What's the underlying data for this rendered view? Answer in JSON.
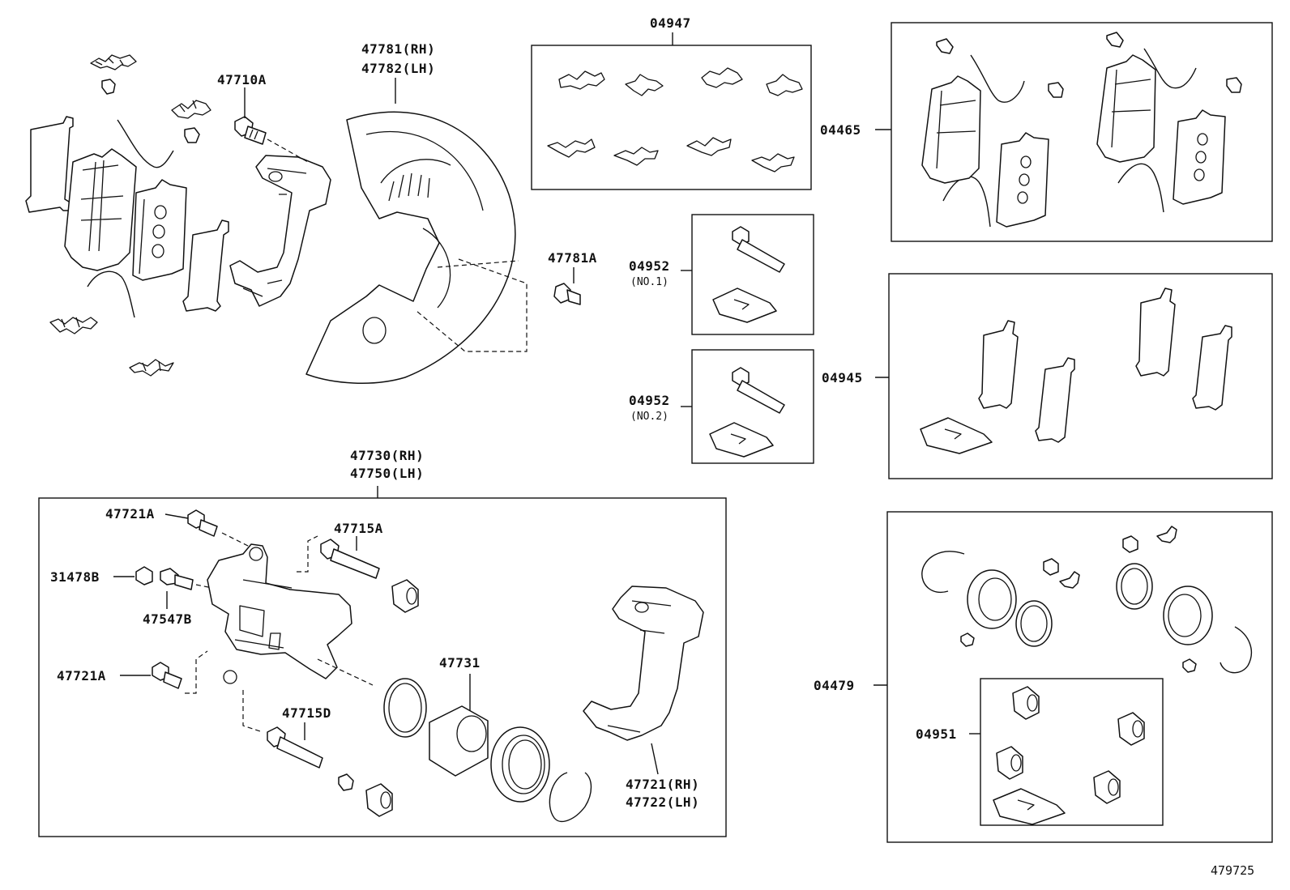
{
  "diagram": {
    "labels": {
      "p47710A": "47710A",
      "p47781": "47781(RH)",
      "p47782": "47782(LH)",
      "p04947": "04947",
      "p04465": "04465",
      "p47781A": "47781A",
      "p04952_1": "04952",
      "p04952_1_sub": "(NO.1)",
      "p04952_2": "04952",
      "p04952_2_sub": "(NO.2)",
      "p04945": "04945",
      "p47730": "47730(RH)",
      "p47750": "47750(LH)",
      "p47721A_top": "47721A",
      "p47715A": "47715A",
      "p31478B": "31478B",
      "p47547B": "47547B",
      "p47721A_bot": "47721A",
      "p47731": "47731",
      "p47715D": "47715D",
      "p47721": "47721(RH)",
      "p47722": "47722(LH)",
      "p04479": "04479",
      "p04951": "04951"
    },
    "figure_number": "479725",
    "icons": [
      "pad-clip",
      "brake-pad",
      "shim",
      "anti-squeal-spring",
      "bolt",
      "caliper-bracket",
      "disc-dust-cover",
      "caliper-cylinder",
      "piston",
      "piston-seal",
      "boot",
      "snap-ring",
      "grease-packet",
      "bleeder-plug",
      "bleeder-cap"
    ]
  }
}
